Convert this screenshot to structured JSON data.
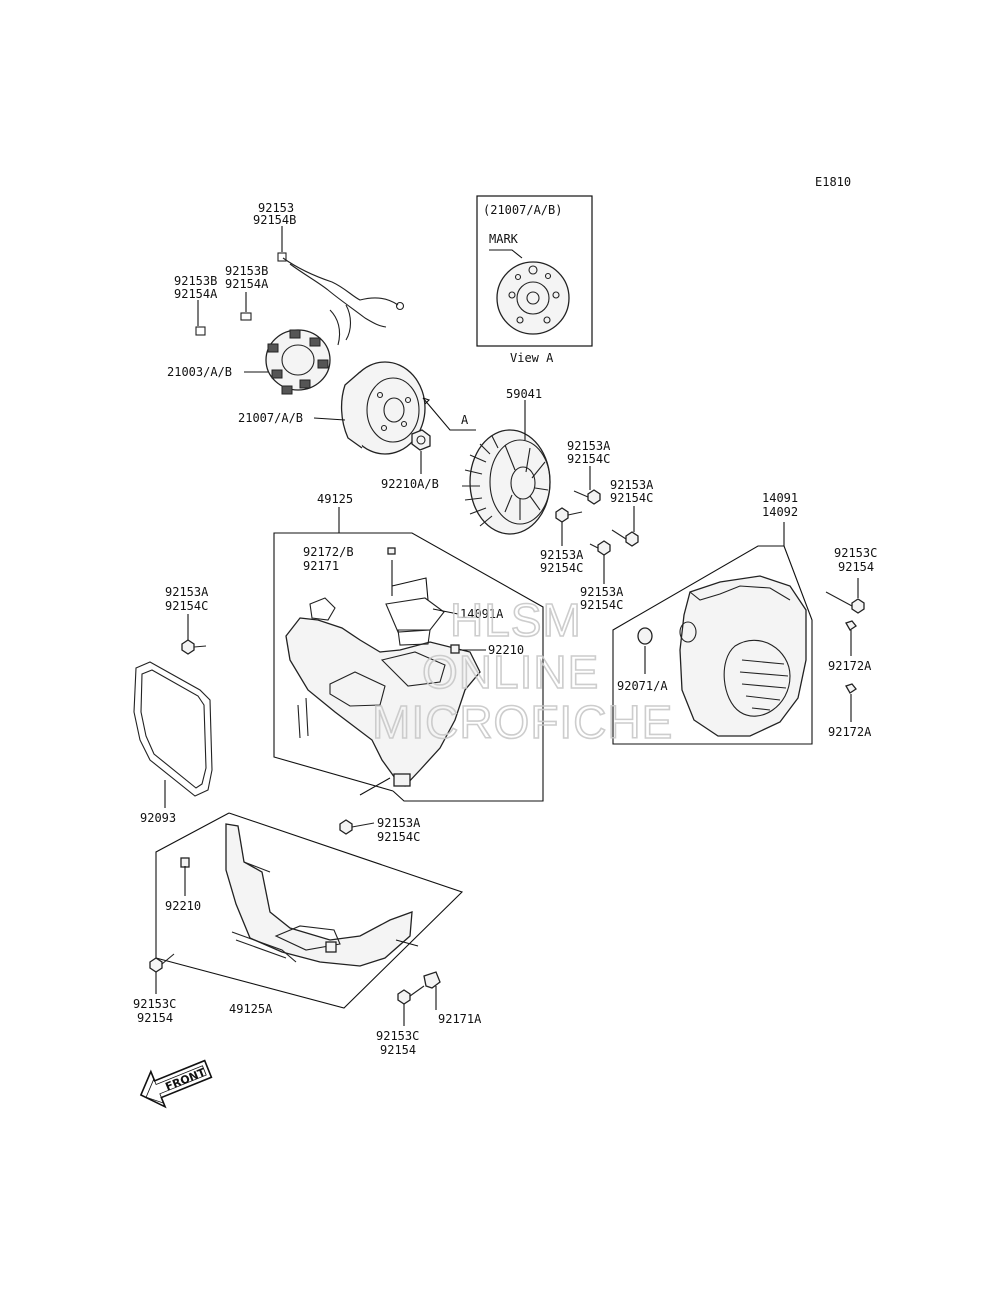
{
  "diagram_code": "E1810",
  "view_box": {
    "title": "(21007/A/B)",
    "mark_label": "MARK",
    "caption": "View A"
  },
  "ref_mark": "A",
  "labels": {
    "l_92153_top": "92153",
    "l_92154B": "92154B",
    "l_92153B_a": "92153B",
    "l_92154A_a": "92154A",
    "l_92153B_b": "92153B",
    "l_92154A_b": "92154A",
    "l_21003": "21003/A/B",
    "l_21007": "21007/A/B",
    "l_92210AB": "92210A/B",
    "l_59041": "59041",
    "l_92153A_1": "92153A",
    "l_92154C_1": "92154C",
    "l_92153A_2": "92153A",
    "l_92154C_2": "92154C",
    "l_92153A_3": "92153A",
    "l_92154C_3": "92154C",
    "l_92153A_4": "92153A",
    "l_92154C_4": "92154C",
    "l_49125": "49125",
    "l_92172B": "92172/B",
    "l_92171": "92171",
    "l_14091A": "14091A",
    "l_92210_a": "92210",
    "l_14091": "14091",
    "l_14092": "14092",
    "l_92153C_r": "92153C",
    "l_92154_r": "92154",
    "l_92172A_1": "92172A",
    "l_92172A_2": "92172A",
    "l_92071A": "92071/A",
    "l_92153A_left": "92153A",
    "l_92154C_left": "92154C",
    "l_92093": "92093",
    "l_92153A_5": "92153A",
    "l_92154C_5": "92154C",
    "l_92210_b": "92210",
    "l_92153C_bl": "92153C",
    "l_92154_bl": "92154",
    "l_49125A": "49125A",
    "l_92171A": "92171A",
    "l_92153C_bm": "92153C",
    "l_92154_bm": "92154"
  },
  "front_arrow": "FRONT",
  "watermark": [
    "HLSM",
    "ONLINE",
    "MICROFICHE"
  ]
}
